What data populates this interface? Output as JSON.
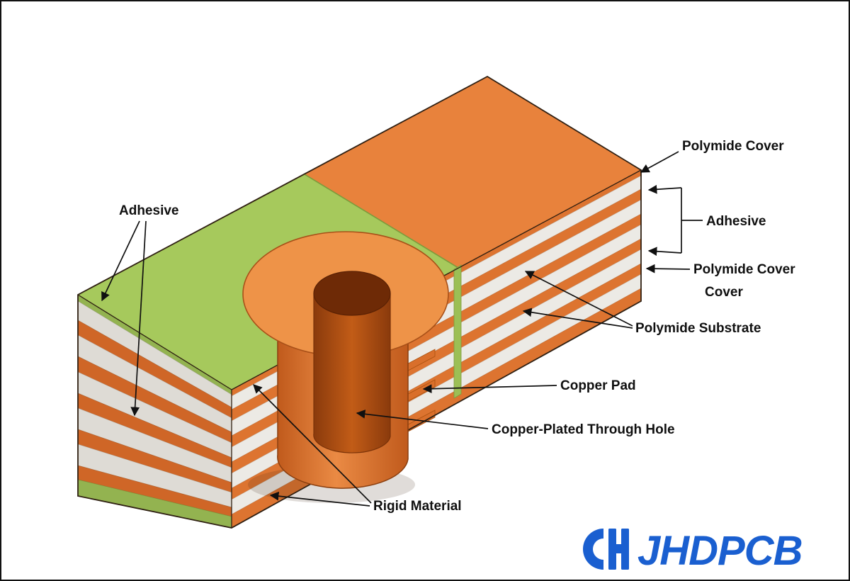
{
  "diagram": {
    "labels": {
      "polymide_cover_top": "Polymide Cover",
      "adhesive_right": "Adhesive",
      "polymide_cover_right": "Polymide Cover",
      "cover_right": "Cover",
      "polymide_substrate": "Polymide Substrate",
      "copper_pad": "Copper Pad",
      "copper_plated_through_hole": "Copper-Plated Through Hole",
      "rigid_material": "Rigid Material",
      "adhesive_left": "Adhesive"
    },
    "colors": {
      "copper": "#dd7430",
      "copper_light": "#ee9348",
      "copper_dark": "#a8450e",
      "substrate": "#eceae5",
      "solder_mask_green": "#a6c95c",
      "outline": "#2f2013",
      "label_text": "#101010",
      "logo_blue": "#1a5fd0"
    },
    "logo": {
      "text": "JHDPCB"
    }
  }
}
